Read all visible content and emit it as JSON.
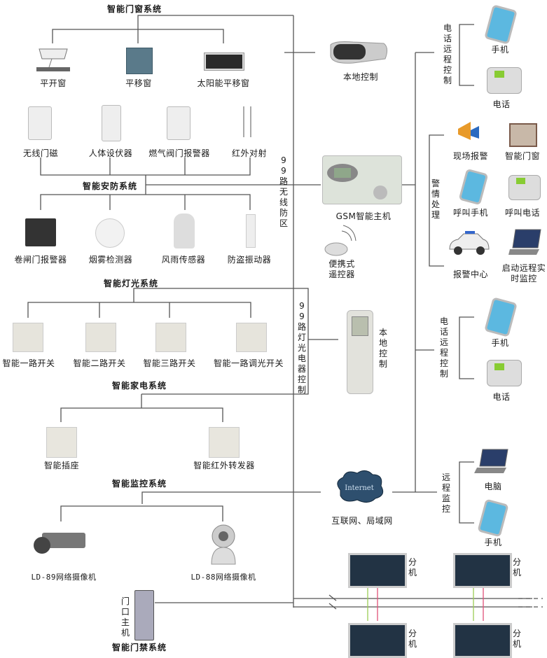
{
  "diagram": {
    "colors": {
      "line": "#555555",
      "green_wire": "#9acd55",
      "red_wire": "#e0507a"
    },
    "door_window": {
      "title": "智能门窗系统",
      "items": [
        "平开窗",
        "平移窗",
        "太阳能平移窗"
      ]
    },
    "security": {
      "title": "智能安防系统",
      "top_items": [
        "无线门磁",
        "人体设伏器",
        "燃气阀门报警器",
        "红外对射"
      ],
      "bottom_items": [
        "卷闸门报警器",
        "烟雾检测器",
        "风雨传感器",
        "防盗振动器"
      ],
      "channel_label": "99路无线防区"
    },
    "lighting": {
      "title": "智能灯光系统",
      "items": [
        "智能一路开关",
        "智能二路开关",
        "智能三路开关",
        "智能一路调光开关"
      ],
      "channel_label": "99路灯光电器控制"
    },
    "appliance": {
      "title": "智能家电系统",
      "items": [
        "智能插座",
        "智能红外转发器"
      ]
    },
    "surveillance": {
      "title": "智能监控系统",
      "items": [
        "LD-89网络摄像机",
        "LD-88网络摄像机"
      ]
    },
    "access": {
      "title": "智能门禁系统",
      "door_unit": "门口主机",
      "extension": "分机"
    },
    "center": {
      "local_control_top": "本地控制",
      "gsm_host": "GSM智能主机",
      "portable_remote": "便携式遥控器",
      "local_control_mid": "本地控制",
      "internet_badge": "Internet",
      "internet": "互联网、局域网"
    },
    "right": {
      "phone_remote_1": {
        "label": "电话远程控制",
        "items": [
          "手机",
          "电话"
        ]
      },
      "alarm": {
        "label": "警情处理",
        "items": [
          "现场报警",
          "智能门窗",
          "呼叫手机",
          "呼叫电话",
          "报警中心",
          "启动远程实时监控"
        ]
      },
      "phone_remote_2": {
        "label": "电话远程控制",
        "items": [
          "手机",
          "电话"
        ]
      },
      "remote_monitor": {
        "label": "远程监控",
        "items": [
          "电脑",
          "手机"
        ]
      }
    }
  }
}
